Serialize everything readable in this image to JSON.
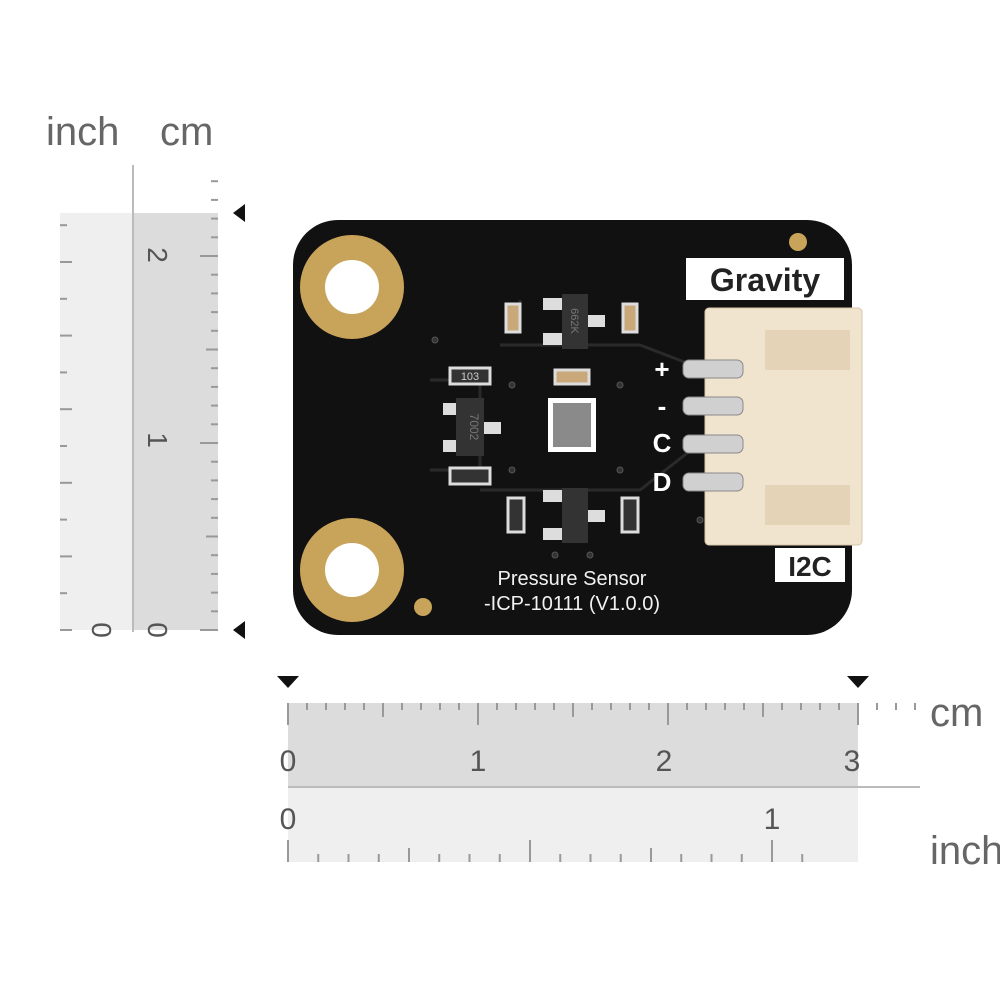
{
  "left_ruler": {
    "inch_label": "inch",
    "cm_label": "cm",
    "cm_numbers": [
      "2",
      "1",
      "0"
    ],
    "inch_numbers": [
      "0"
    ]
  },
  "bottom_ruler": {
    "cm_label": "cm",
    "inch_label": "inch",
    "cm_numbers": [
      "0",
      "1",
      "2",
      "3"
    ],
    "inch_numbers": [
      "0",
      "1"
    ]
  },
  "board": {
    "brand": "Gravity",
    "interface": "I2C",
    "pins": [
      "+",
      "-",
      "C",
      "D"
    ],
    "title_line1": "Pressure Sensor",
    "title_line2": "-ICP-10111 (V1.0.0)",
    "parts": {
      "resistor": "103",
      "transistor": "7002",
      "regulator": "662K"
    }
  },
  "colors": {
    "board": "#111111",
    "gold": "#c8a35a",
    "connector": "#f1e4cf",
    "ruler_dark": "#dcdcdc",
    "ruler_light": "#efefef"
  }
}
